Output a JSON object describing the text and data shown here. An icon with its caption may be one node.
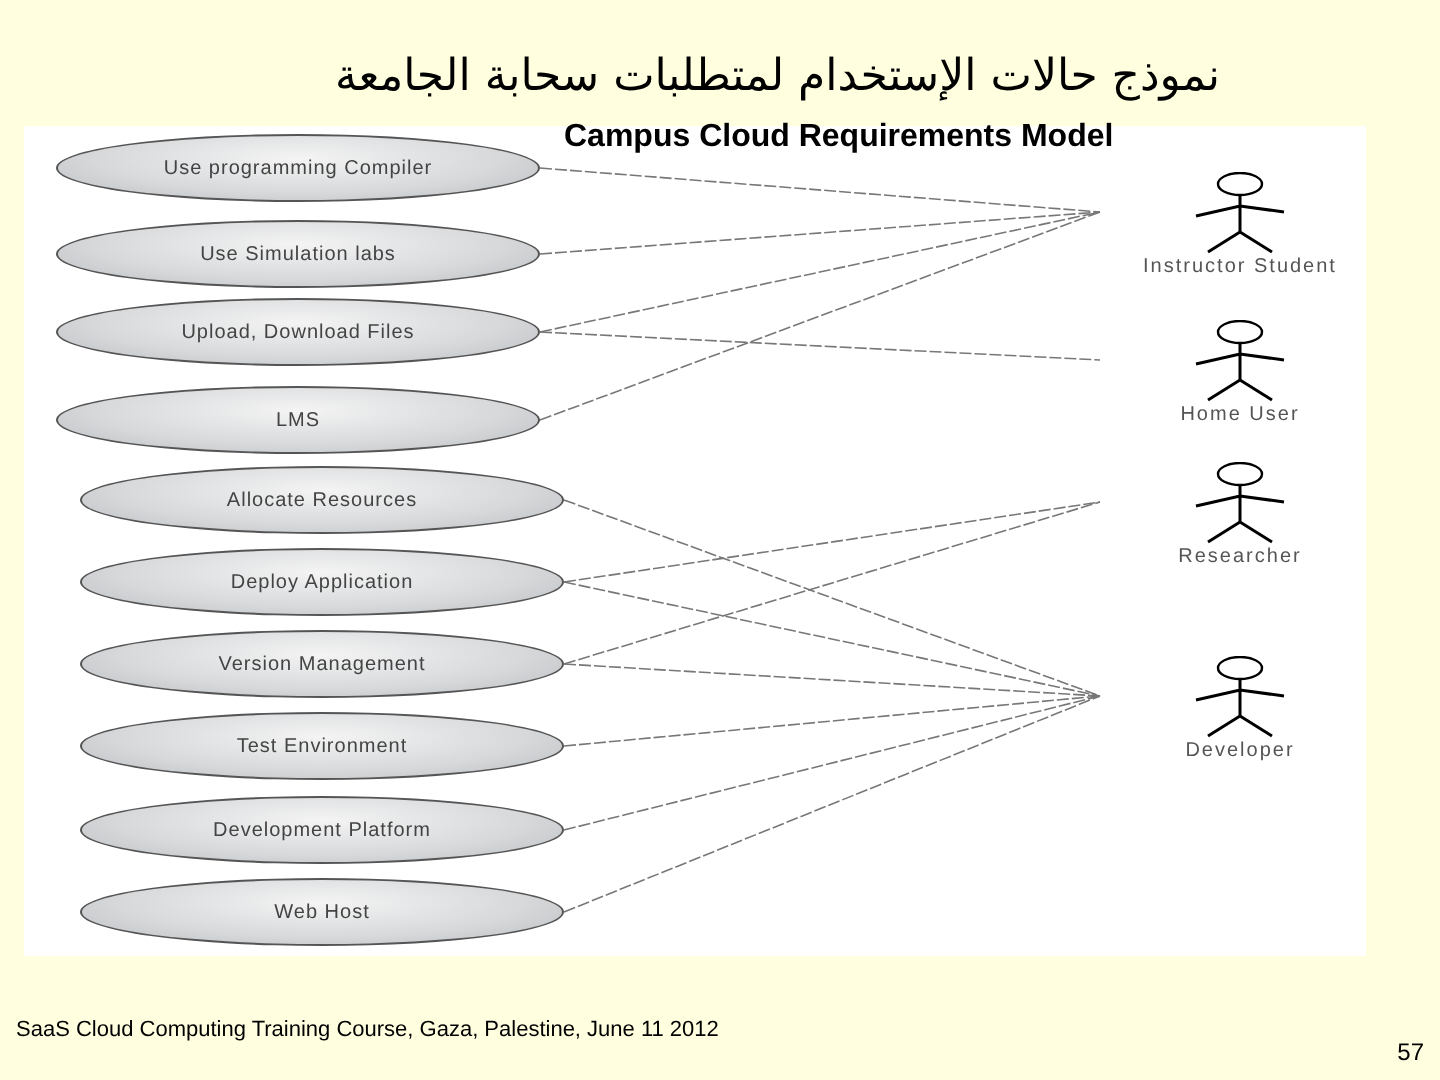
{
  "diagram": {
    "title": "نموذج حالات الإستخدام لمتطلبات سحابة الجامعة",
    "nodes": [
      {
        "text": [
          "Use programming Compiler"
        ]
      },
      {
        "text": [
          "Use Simulation labs"
        ]
      },
      {
        "text": [
          "Upload, Download Files"
        ]
      },
      {
        "text": [
          "LMS"
        ]
      },
      {
        "text": [
          "Allocate Resources"
        ]
      },
      {
        "text": [
          "Deploy Application"
        ]
      },
      {
        "text": [
          "Version Management"
        ]
      },
      {
        "text": [
          "Test Environment"
        ]
      },
      {
        "text": [
          "Development Platform"
        ]
      },
      {
        "text": [
          "Web Host"
        ]
      },
      {
        "text": [
          "Instructor Student"
        ]
      },
      {
        "text": [
          "Home User"
        ]
      },
      {
        "text": [
          "Researcher"
        ]
      },
      {
        "text": [
          "Developer"
        ]
      }
    ],
    "edges": [
      {
        "from": 0,
        "to": 10,
        "arrow": "none"
      },
      {
        "from": 1,
        "to": 10,
        "arrow": "none"
      },
      {
        "from": 2,
        "to": 10,
        "arrow": "none"
      },
      {
        "from": 3,
        "to": 10,
        "arrow": "none"
      },
      {
        "from": 2,
        "to": 11,
        "arrow": "none"
      },
      {
        "from": 5,
        "to": 12,
        "arrow": "none"
      },
      {
        "from": 6,
        "to": 12,
        "arrow": "none"
      },
      {
        "from": 4,
        "to": 13,
        "arrow": "none"
      },
      {
        "from": 5,
        "to": 13,
        "arrow": "none"
      },
      {
        "from": 6,
        "to": 13,
        "arrow": "none"
      },
      {
        "from": 7,
        "to": 13,
        "arrow": "none"
      },
      {
        "from": 8,
        "to": 13,
        "arrow": "none"
      },
      {
        "from": 9,
        "to": 13,
        "arrow": "none"
      }
    ],
    "labels": [
      "Campus Cloud Requirements Model",
      "SaaS Cloud Computing Training Course, Gaza, Palestine, June 11 2012",
      "57"
    ]
  }
}
